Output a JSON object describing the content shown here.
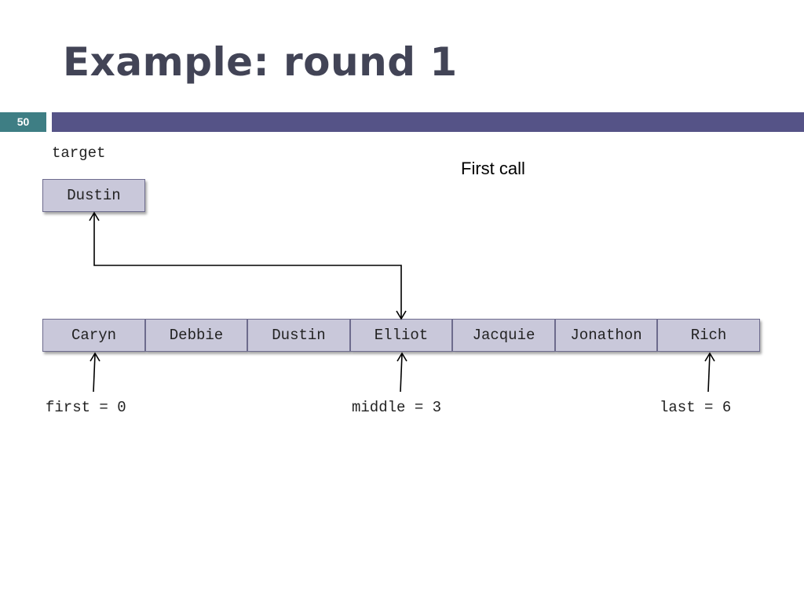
{
  "slide": {
    "title": "Example: round 1",
    "number": "50",
    "accent_color": "#555387",
    "number_color": "#3e7e84"
  },
  "target": {
    "label": "target",
    "value": "Dustin"
  },
  "caption": "First call",
  "array": {
    "cells": [
      "Caryn",
      "Debbie",
      "Dustin",
      "Elliot",
      "Jacquie",
      "Jonathon",
      "Rich"
    ]
  },
  "pointers": {
    "first": "first = 0",
    "middle": "middle = 3",
    "last": "last = 6"
  }
}
